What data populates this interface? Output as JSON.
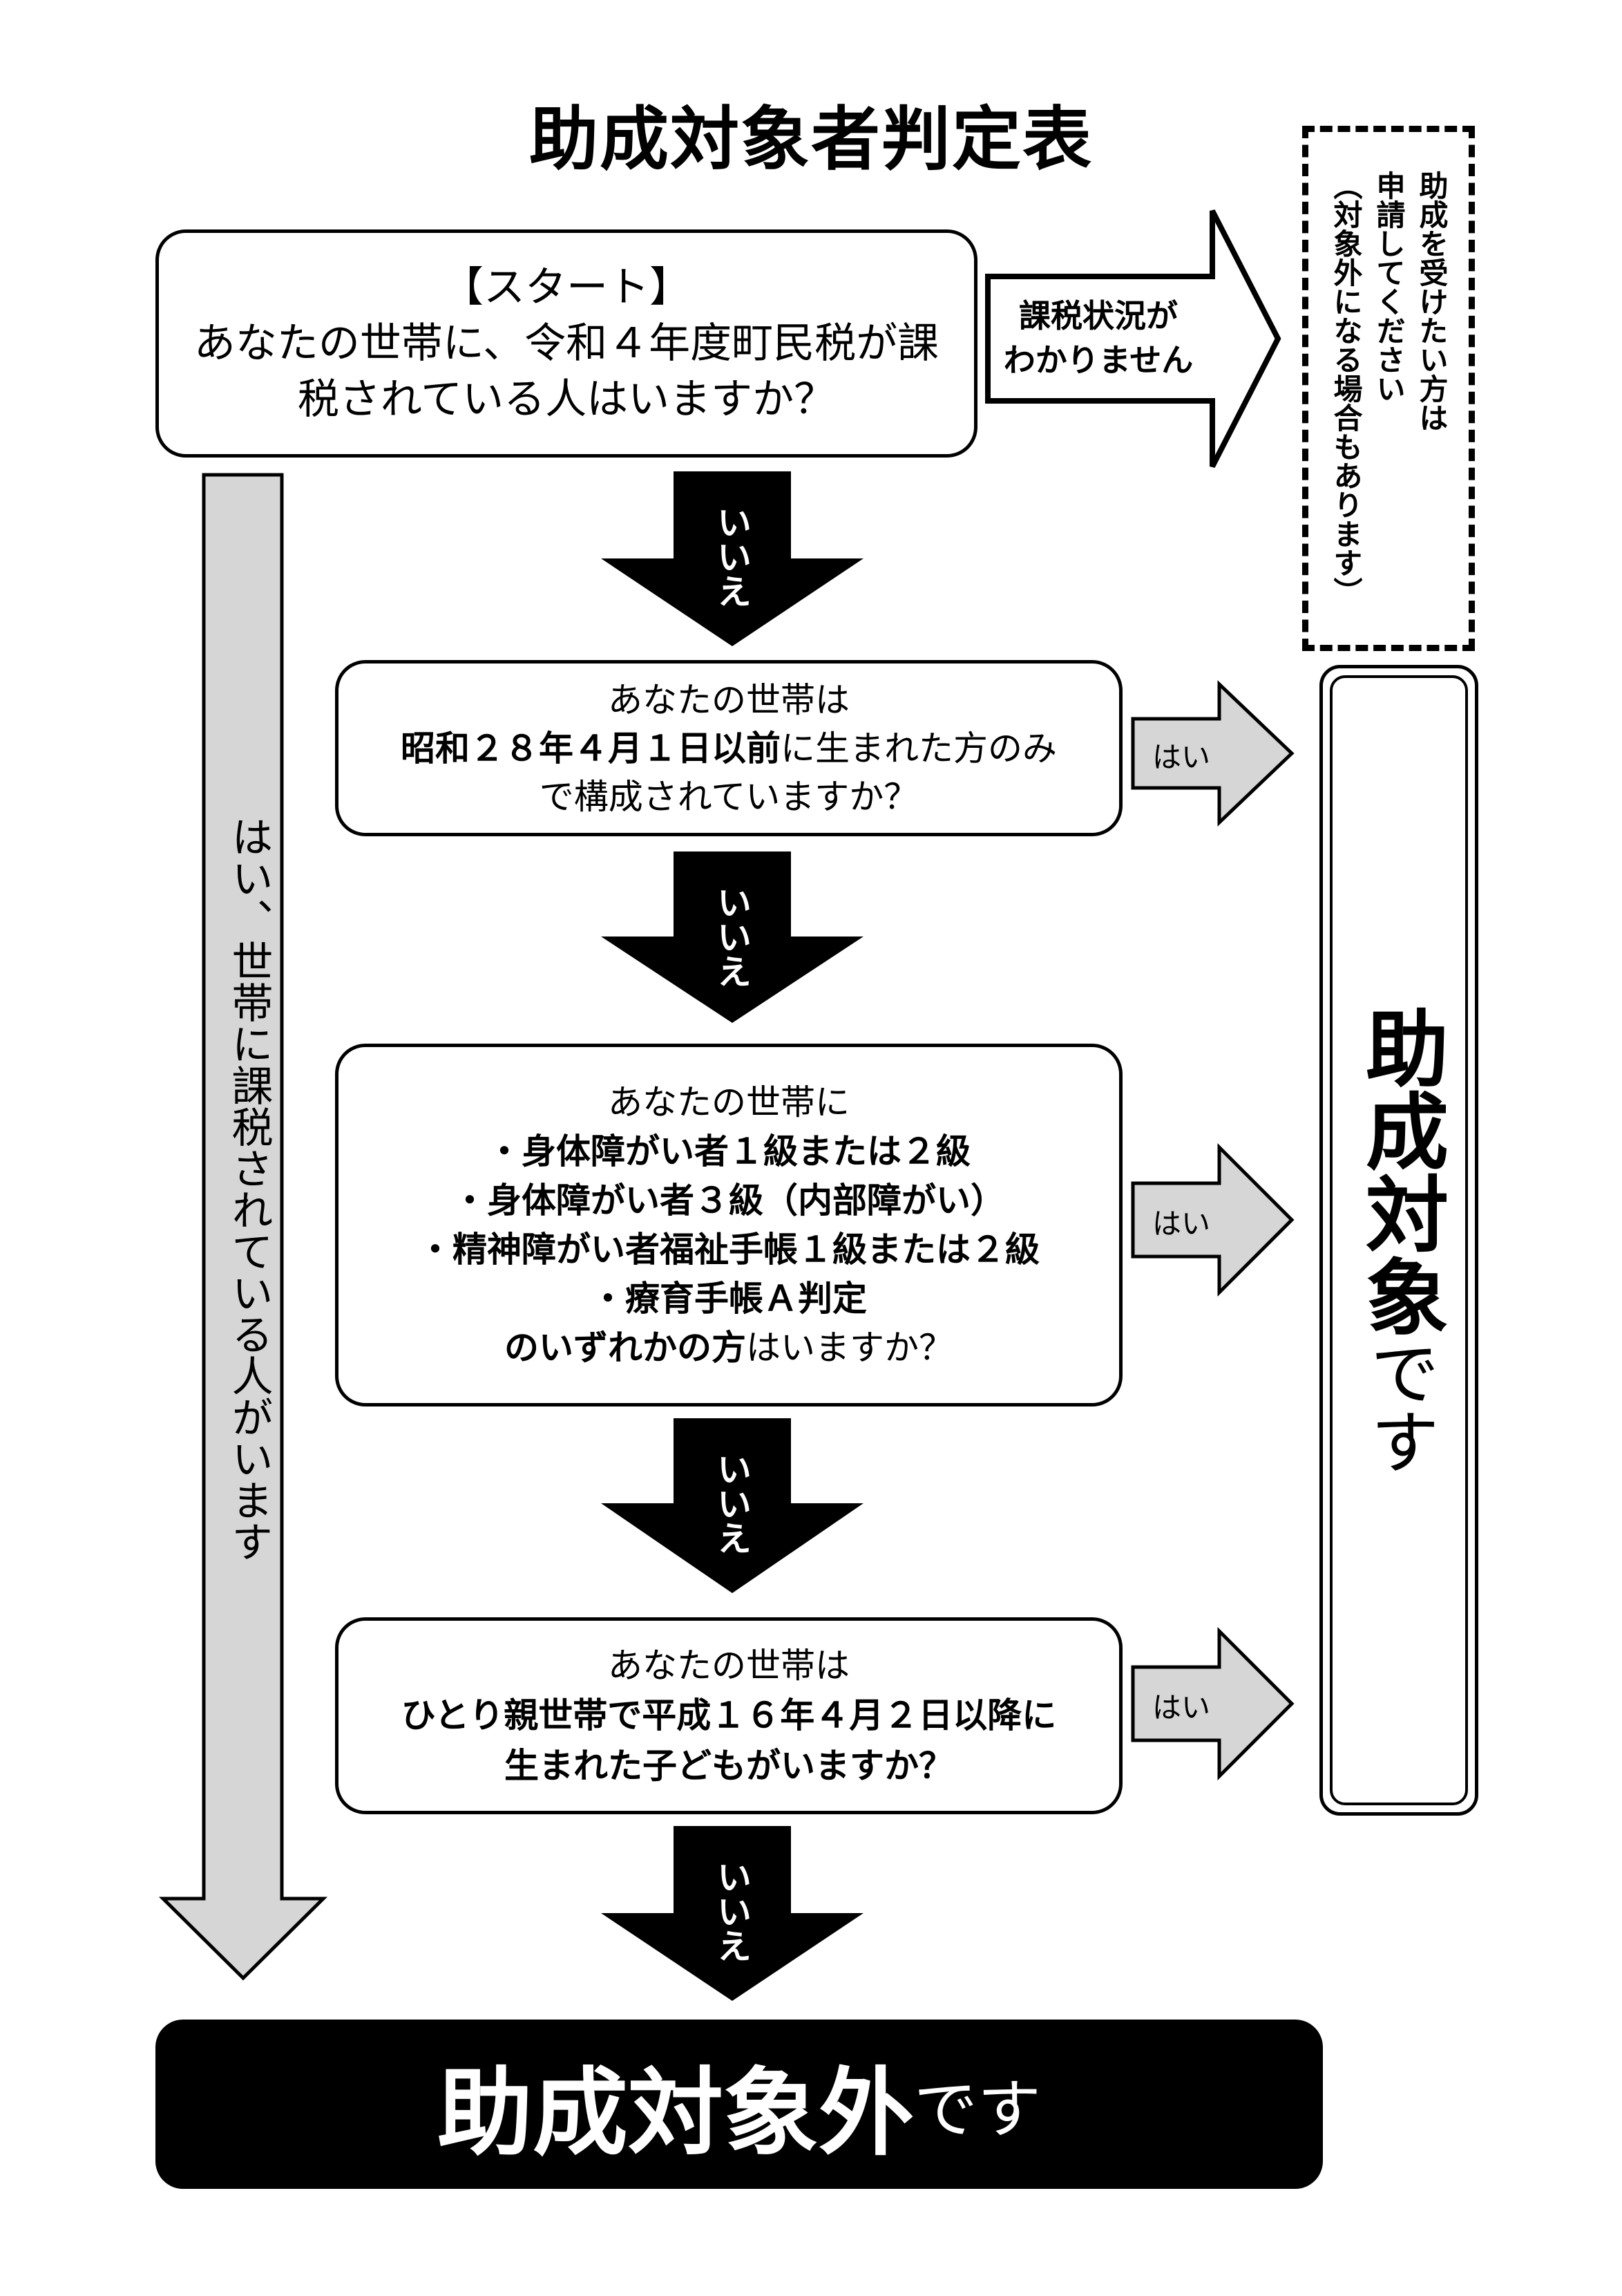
{
  "title": "助成対象者判定表",
  "start": {
    "line1": "【スタート】",
    "line2": "あなたの世帯に、令和４年度町民税が課",
    "line3": "税されている人はいますか？"
  },
  "unknown_arrow": {
    "line1": "課税状況が",
    "line2": "わかりません"
  },
  "apply_note": {
    "line1": "助成を受けたい方は",
    "line2": "申請してください",
    "line3": "（対象外になる場合もあります）"
  },
  "q1": {
    "line1": "あなたの世帯は",
    "line2_bold": "昭和２８年４月１日以前",
    "line2_rest": "に生まれた方のみ",
    "line3": "で構成されていますか？"
  },
  "q2": {
    "line1": "あなたの世帯に",
    "item1": "・身体障がい者１級または２級",
    "item2": "・身体障がい者３級（内部障がい）",
    "item3": "・精神障がい者福祉手帳１級または２級",
    "item4": "・療育手帳Ａ判定",
    "last_bold": "のいずれかの方",
    "last_rest": "はいますか？"
  },
  "q3": {
    "line1": "あなたの世帯は",
    "line2": "ひとり親世帯で平成１６年４月２日以降に",
    "line3": "生まれた子どもがいますか？"
  },
  "no_label": "いいえ",
  "yes_label": "はい",
  "left_arrow_label": "はい、世帯に課税されている人がいます",
  "target": {
    "big": "助成対象",
    "small": "です"
  },
  "result": {
    "big": "助成対象外",
    "small": "です"
  }
}
